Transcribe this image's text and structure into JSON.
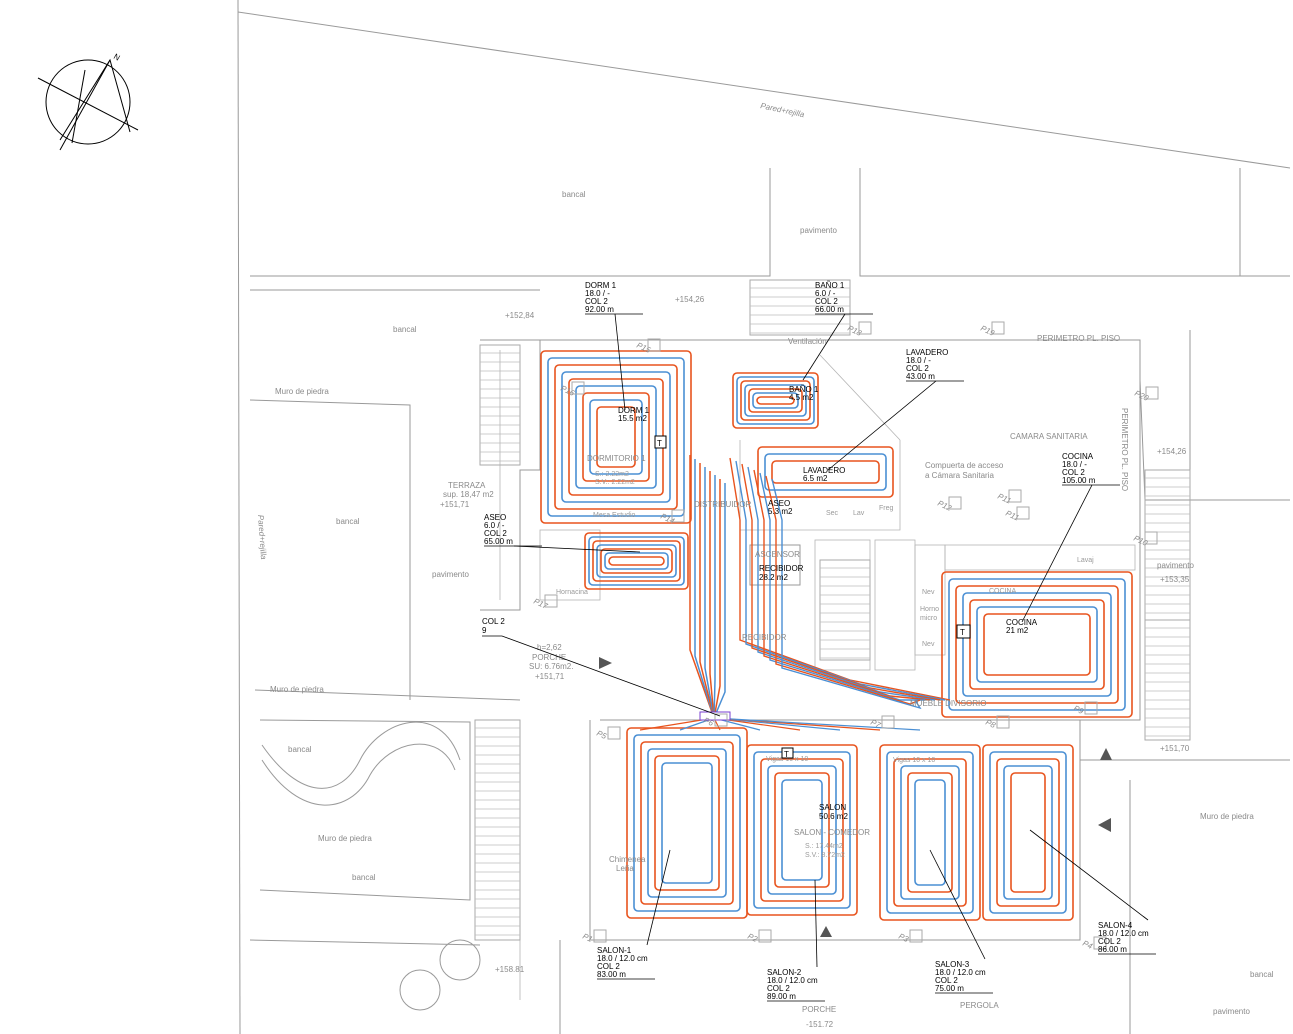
{
  "north_label": "N",
  "site": {
    "pared_top": "Pared+rejilla",
    "pared_left": "Pared+rejilla",
    "labels": [
      {
        "id": "bancal-top",
        "text": "bancal"
      },
      {
        "id": "pavimento-top",
        "text": "pavimento"
      },
      {
        "id": "bancal-mid",
        "text": "bancal"
      },
      {
        "id": "level-15284",
        "text": "+152,84"
      },
      {
        "id": "level-15426-a",
        "text": "+154,26"
      },
      {
        "id": "muro-1",
        "text": "Muro de piedra"
      },
      {
        "id": "ventilacion",
        "text": "Ventilación"
      },
      {
        "id": "perimetro-h",
        "text": "PERIMETRO PL. PISO"
      },
      {
        "id": "perimetro-v",
        "text": "PERIMETRO PL. PISO"
      },
      {
        "id": "camara",
        "text": "CAMARA SANITARIA"
      },
      {
        "id": "compuerta-1",
        "text": "Compuerta de acceso"
      },
      {
        "id": "compuerta-2",
        "text": "a Cámara Sanitaria"
      },
      {
        "id": "level-15426-b",
        "text": "+154,26"
      },
      {
        "id": "terraza",
        "text": "TERRAZA"
      },
      {
        "id": "terraza-sup",
        "text": "sup. 18,47 m2"
      },
      {
        "id": "level-15171-a",
        "text": "+151,71"
      },
      {
        "id": "bancal-left",
        "text": "bancal"
      },
      {
        "id": "pavimento-left",
        "text": "pavimento"
      },
      {
        "id": "distribuidor",
        "text": "DISTRIBUIDOR"
      },
      {
        "id": "mesa-estudio",
        "text": "Mesa Estudio"
      },
      {
        "id": "dormitorio",
        "text": "DORMITORIO 1"
      },
      {
        "id": "dorm-s",
        "text": "S.:  2.22m2"
      },
      {
        "id": "dorm-sv",
        "text": "S.V.: 2.22m2"
      },
      {
        "id": "hornacina",
        "text": "Hornacina"
      },
      {
        "id": "porche-h",
        "text": "h=2,62"
      },
      {
        "id": "porche",
        "text": "PORCHE"
      },
      {
        "id": "porche-su",
        "text": "SU: 6.76m2."
      },
      {
        "id": "level-15171-b",
        "text": "+151,71"
      },
      {
        "id": "muro-2",
        "text": "Muro de piedra"
      },
      {
        "id": "bancal-2",
        "text": "bancal"
      },
      {
        "id": "muro-3",
        "text": "Muro de piedra"
      },
      {
        "id": "bancal-3",
        "text": "bancal"
      },
      {
        "id": "level-15881",
        "text": "+158.81"
      },
      {
        "id": "ascensor",
        "text": "ASCENSOR"
      },
      {
        "id": "recibidor-g",
        "text": "RECIBIDOR"
      },
      {
        "id": "cocina-g",
        "text": "COCINA"
      },
      {
        "id": "mueble",
        "text": "MUEBLE DIVISORIO"
      },
      {
        "id": "nev-1",
        "text": "Nev"
      },
      {
        "id": "horno",
        "text": "Horno"
      },
      {
        "id": "micro",
        "text": "micro"
      },
      {
        "id": "nev-2",
        "text": "Nev"
      },
      {
        "id": "lavaj",
        "text": "Lavaj"
      },
      {
        "id": "sec",
        "text": "Sec"
      },
      {
        "id": "lav",
        "text": "Lav"
      },
      {
        "id": "freg",
        "text": "Freg"
      },
      {
        "id": "pavimento-right",
        "text": "pavimento"
      },
      {
        "id": "level-15335",
        "text": "+153,35"
      },
      {
        "id": "level-15170",
        "text": "+151,70"
      },
      {
        "id": "muro-4",
        "text": "Muro de piedra"
      },
      {
        "id": "bancal-right",
        "text": "bancal"
      },
      {
        "id": "pavimento-br",
        "text": "pavimento"
      },
      {
        "id": "chimenea",
        "text": "Chimenea"
      },
      {
        "id": "lena",
        "text": "Leña"
      },
      {
        "id": "salon-comedor",
        "text": "SALON - COMEDOR"
      },
      {
        "id": "salon-s",
        "text": "S.:  17.44m2"
      },
      {
        "id": "salon-sv",
        "text": "S.V.: 8.72m2"
      },
      {
        "id": "porche-2",
        "text": "PORCHE"
      },
      {
        "id": "pergola",
        "text": "PERGOLA"
      },
      {
        "id": "level-15172",
        "text": "-151.72"
      },
      {
        "id": "vigas-1",
        "text": "Vigas 10 x 10"
      },
      {
        "id": "vigas-2",
        "text": "Vigas 10 x 10"
      }
    ],
    "pillars": [
      "P1",
      "P2",
      "P3",
      "P4",
      "P5",
      "P6",
      "P7",
      "P8",
      "P9",
      "P10",
      "P11",
      "P11",
      "P12",
      "P14",
      "P15",
      "P16",
      "P17",
      "P18",
      "P19",
      "P20"
    ]
  },
  "rooms": [
    {
      "name": "DORM 1",
      "area": "15.5 m2"
    },
    {
      "name": "BAÑO 1",
      "area": "4.5 m2"
    },
    {
      "name": "LAVADERO",
      "area": "6.5 m2"
    },
    {
      "name": "ASEO",
      "area": "5.3 m2"
    },
    {
      "name": "RECIBIDOR",
      "area": "28.2 m2"
    },
    {
      "name": "COCINA",
      "area": "21 m2"
    },
    {
      "name": "SALON",
      "area": "50.6 m2"
    }
  ],
  "circuits": [
    {
      "name": "DORM 1",
      "spacing": "18.0 / -",
      "collector": "COL 2",
      "length": "92.00 m"
    },
    {
      "name": "BAÑO 1",
      "spacing": "6.0 / -",
      "collector": "COL 2",
      "length": "66.00 m"
    },
    {
      "name": "LAVADERO",
      "spacing": "18.0 / -",
      "collector": "COL 2",
      "length": "43.00 m"
    },
    {
      "name": "COCINA",
      "spacing": "18.0 / -",
      "collector": "COL 2",
      "length": "105.00 m"
    },
    {
      "name": "ASEO",
      "spacing": "6.0 / -",
      "collector": "COL 2",
      "length": "65.00 m"
    },
    {
      "name": "SALON-1",
      "spacing": "18.0 / 12.0 cm",
      "collector": "COL 2",
      "length": "83.00 m"
    },
    {
      "name": "SALON-2",
      "spacing": "18.0 / 12.0 cm",
      "collector": "COL 2",
      "length": "89.00 m"
    },
    {
      "name": "SALON-3",
      "spacing": "18.0 / 12.0 cm",
      "collector": "COL 2",
      "length": "75.00 m"
    },
    {
      "name": "SALON-4",
      "spacing": "18.0 / 12.0 cm",
      "collector": "COL 2",
      "length": "86.00 m"
    }
  ],
  "collector": {
    "name": "COL 2",
    "outputs": "9"
  },
  "thermostat_label": "T",
  "colors": {
    "supply": "#e8541e",
    "return": "#4a8fd4",
    "walls": "#9a9a9a"
  }
}
